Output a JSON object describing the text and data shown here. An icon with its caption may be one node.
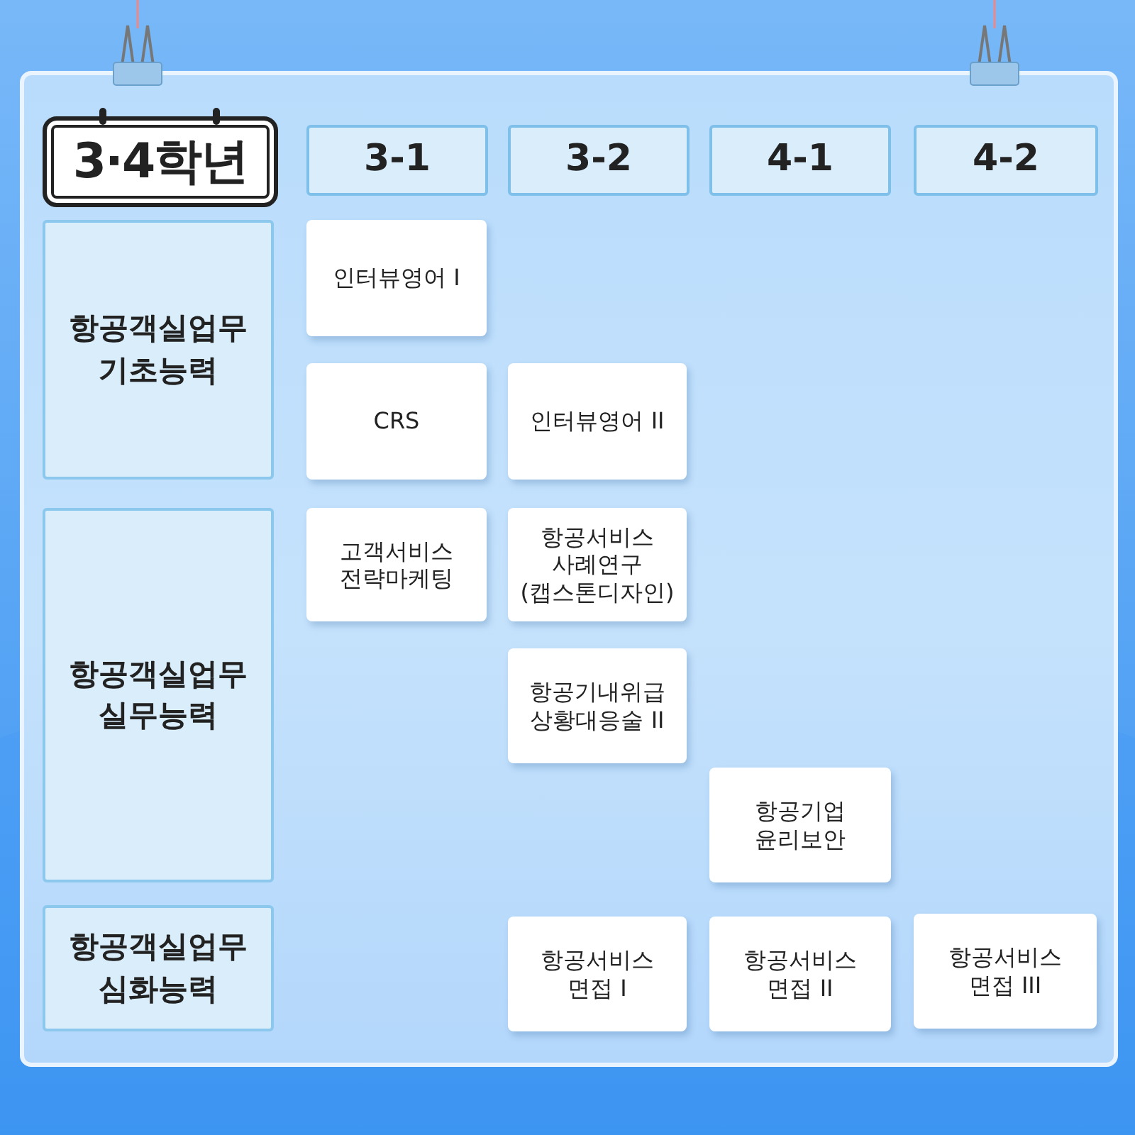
{
  "diagram": {
    "title": "3·4학년",
    "nodes": [
      {
        "text": [
          "3-1"
        ]
      },
      {
        "text": [
          "3-2"
        ]
      },
      {
        "text": [
          "4-1"
        ]
      },
      {
        "text": [
          "4-2"
        ]
      },
      {
        "text": [
          "항공객실업무 기초능력"
        ]
      },
      {
        "text": [
          "인터뷰영어 I"
        ]
      },
      {
        "text": [
          "CRS"
        ]
      },
      {
        "text": [
          "인터뷰영어 II"
        ]
      },
      {
        "text": [
          "항공객실업무 실무능력"
        ]
      },
      {
        "text": [
          "고객서비스 전략마케팅"
        ]
      },
      {
        "text": [
          "항공서비스 사례연구 (캡스톤디자인)"
        ]
      },
      {
        "text": [
          "항공기내위급 상황대응술 II"
        ]
      },
      {
        "text": [
          "항공기업 윤리보안"
        ]
      },
      {
        "text": [
          "항공객실업무 심화능력"
        ]
      },
      {
        "text": [
          "항공서비스 면접 I"
        ]
      },
      {
        "text": [
          "항공서비스 면접 II"
        ]
      },
      {
        "text": [
          "항공서비스 면접 III"
        ]
      }
    ]
  }
}
